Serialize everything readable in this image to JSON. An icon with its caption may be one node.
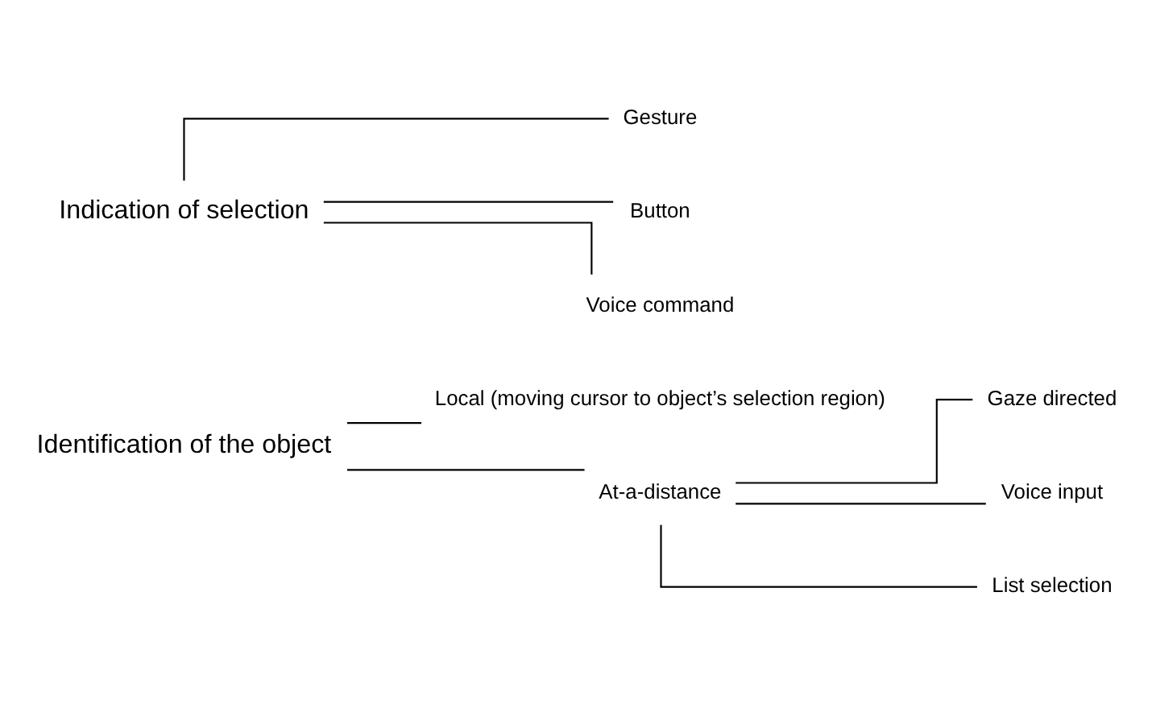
{
  "diagram": {
    "nodes": [
      {
        "text": [
          "Identification of the object"
        ]
      },
      {
        "text": [
          "Local (moving cursor to object’s selection region)"
        ]
      },
      {
        "text": [
          "At-a-distance"
        ]
      },
      {
        "text": [
          "Gaze directed"
        ]
      },
      {
        "text": [
          "Voice input"
        ]
      },
      {
        "text": [
          "List selection"
        ]
      },
      {
        "text": [
          "Indication of selection"
        ]
      },
      {
        "text": [
          "Gesture"
        ]
      },
      {
        "text": [
          "Button"
        ]
      },
      {
        "text": [
          "Voice command"
        ]
      }
    ],
    "edges": [
      {
        "from": 0,
        "to": 1,
        "arrow": "none"
      },
      {
        "from": 0,
        "to": 2,
        "arrow": "none"
      },
      {
        "from": 2,
        "to": 3,
        "arrow": "none"
      },
      {
        "from": 2,
        "to": 4,
        "arrow": "none"
      },
      {
        "from": 2,
        "to": 5,
        "arrow": "none"
      },
      {
        "from": 6,
        "to": 7,
        "arrow": "none"
      },
      {
        "from": 6,
        "to": 8,
        "arrow": "none"
      },
      {
        "from": 6,
        "to": 9,
        "arrow": "none"
      }
    ]
  }
}
